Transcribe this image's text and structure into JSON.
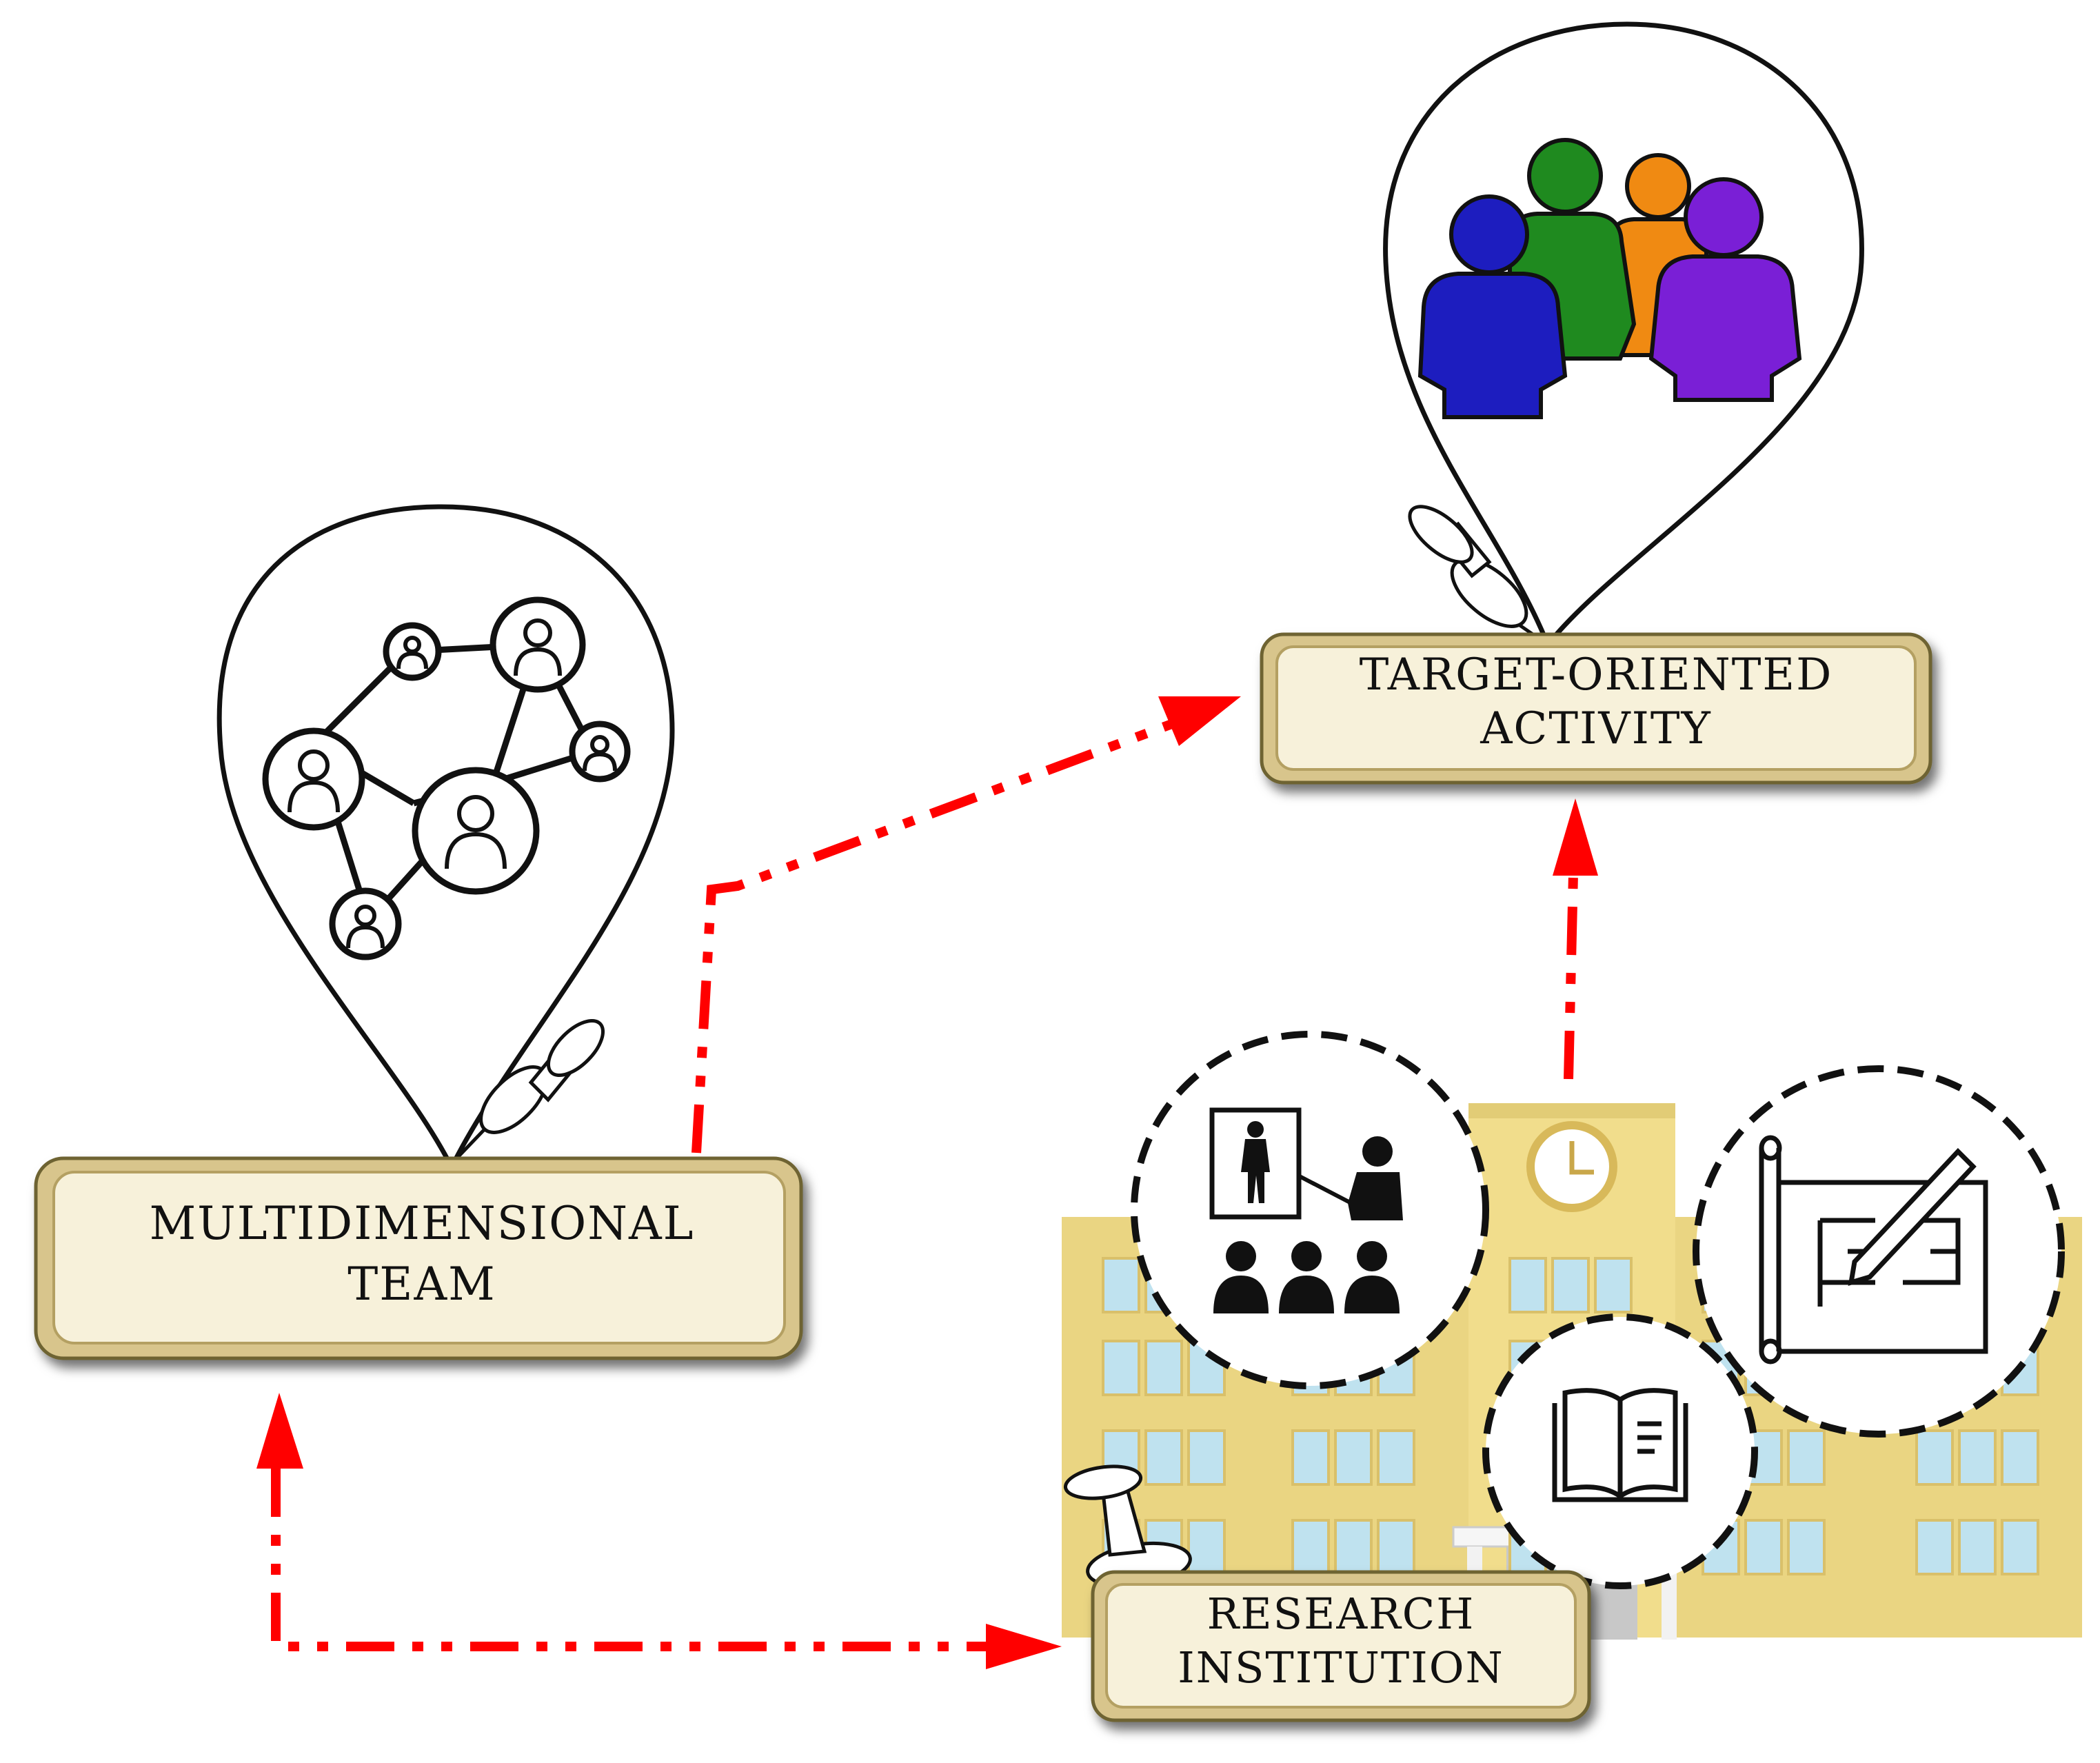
{
  "nodes": {
    "team": {
      "line1": "MULTIDIMENSIONAL",
      "line2": "TEAM"
    },
    "target": {
      "line1": "TARGET-ORIENTED",
      "line2": "ACTIVITY"
    },
    "institution": {
      "line1": "RESEARCH",
      "line2": "INSTITUTION"
    }
  },
  "colors": {
    "connector": "#ff0000",
    "plaque_fill": "#f7f1da",
    "plaque_rim": "#d8c58c",
    "building": "#ead582",
    "window": "#bfe2ef",
    "people": [
      "#1d1dbf",
      "#1f8a1f",
      "#f08a12",
      "#7a1fd6"
    ]
  },
  "icons": [
    "network-people-icon",
    "group-people-icon",
    "pushpin-icon",
    "building-icon",
    "lecture-icon",
    "book-icon",
    "blueprint-icon",
    "clock-icon"
  ]
}
